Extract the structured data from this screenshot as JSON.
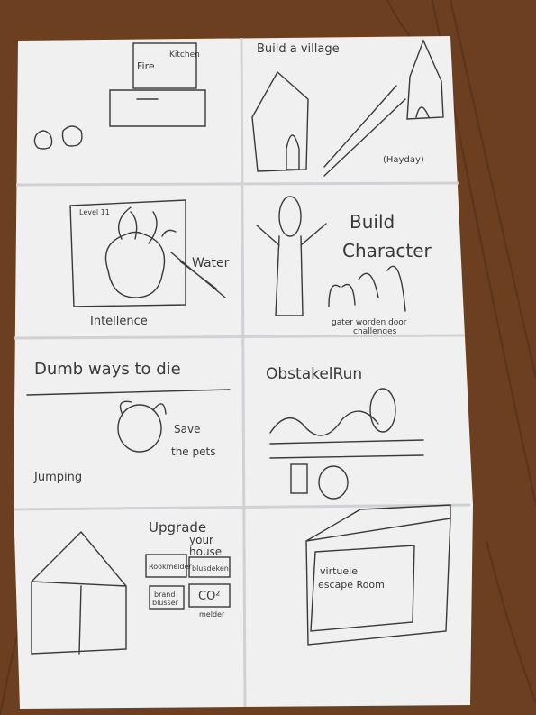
{
  "background": {
    "wood_color": "#6b3f1f",
    "paper_color": "#f1f0f1",
    "ink_color": "#3a3a3a"
  },
  "panels": {
    "kitchen": {
      "label_kitchen": "Kitchen",
      "label_fire": "Fire"
    },
    "village": {
      "title": "Build a village",
      "note": "(Hayday)"
    },
    "intellence": {
      "level": "Level 11",
      "water": "Water",
      "caption": "Intellence"
    },
    "character": {
      "title_line1": "Build",
      "title_line2": "Character",
      "caption_line1": "gater worden door",
      "caption_line2": "challenges"
    },
    "dumb_ways": {
      "title": "Dumb ways to die",
      "save_line1": "Save",
      "save_line2": "the pets",
      "jumping": "Jumping"
    },
    "obstacle": {
      "title": "ObstakelRun"
    },
    "upgrade": {
      "title_line1": "Upgrade",
      "title_line2": "your",
      "title_line3": "house",
      "box1": "Rookmelder",
      "box2": "blusdeken",
      "box3_line1": "brand",
      "box3_line2": "blusser",
      "box4": "CO²",
      "box4_sub": "melder"
    },
    "escape": {
      "line1": "virtuele",
      "line2": "escape Room"
    }
  }
}
